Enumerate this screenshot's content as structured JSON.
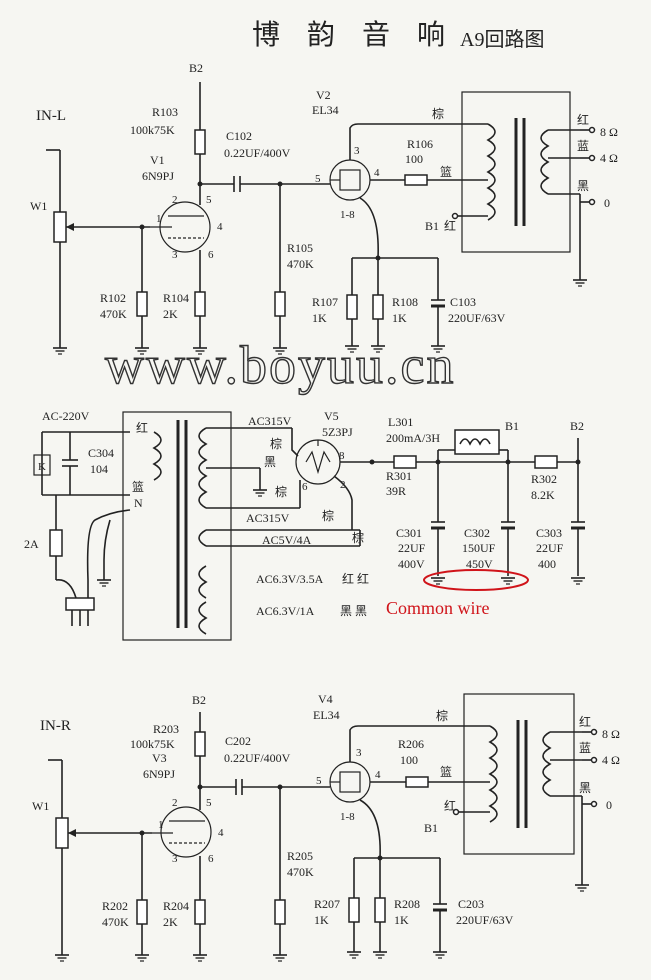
{
  "title": "博 韵 音 响",
  "subtitle": "A9回路图",
  "watermark": "www.boyuu.cn",
  "annotation": "Common wire",
  "annotation_color": "#d0141a",
  "left": {
    "input": "IN-L",
    "b2": "B2",
    "w1": "W1",
    "r103": "R103",
    "r103_val": "100k75K",
    "v1": "V1",
    "v1_type": "6N9PJ",
    "c102": "C102",
    "c102_val": "0.22UF/400V",
    "v2": "V2",
    "v2_type": "EL34",
    "r106": "R106",
    "r106_val": "100",
    "r105": "R105",
    "r105_val": "470K",
    "r102": "R102",
    "r102_val": "470K",
    "r104": "R104",
    "r104_val": "2K",
    "r107": "R107",
    "r107_val": "1K",
    "r108": "R108",
    "r108_val": "1K",
    "c103": "C103",
    "c103_val": "220UF/63V",
    "pin18": "1-8",
    "b1": "B1",
    "brown": "棕",
    "blue": "篮",
    "red": "红",
    "out_red": "红",
    "out_blue": "蓝",
    "out_black": "黑",
    "ohm8": "8 Ω",
    "ohm4": "4 Ω",
    "zero": "0",
    "p1": "1",
    "p2": "2",
    "p3": "3",
    "p4": "4",
    "p5": "5",
    "p6": "6",
    "t3": "3",
    "t4": "4",
    "t5": "5"
  },
  "power": {
    "ac220": "AC-220V",
    "c304": "C304",
    "c304_val": "104",
    "k": "K",
    "fuse": "2A",
    "n": "N",
    "red": "红",
    "blue": "篮",
    "ac315a": "AC315V",
    "ac315b": "AC315V",
    "brown1": "棕",
    "black": "黑",
    "brown2": "棕",
    "brown3": "棕",
    "brown4": "棕",
    "ac5v": "AC5V/4A",
    "ac63a": "AC6.3V/3.5A",
    "ac63a_c": "红 红",
    "ac63b": "AC6.3V/1A",
    "ac63b_c": "黑 黑",
    "v5": "V5",
    "v5_type": "5Z3PJ",
    "p8": "8",
    "p2": "2",
    "p6": "6",
    "l301": "L301",
    "l301_val": "200mA/3H",
    "b1": "B1",
    "b2": "B2",
    "r301": "R301",
    "r301_val": "39R",
    "r302": "R302",
    "r302_val": "8.2K",
    "c301": "C301",
    "c301_v1": "22UF",
    "c301_v2": "400V",
    "c302": "C302",
    "c302_v1": "150UF",
    "c302_v2": "450V",
    "c303": "C303",
    "c303_v1": "22UF",
    "c303_v2": "400"
  },
  "right": {
    "input": "IN-R",
    "b2": "B2",
    "w1": "W1",
    "r203": "R203",
    "r203_val": "100k75K",
    "v3": "V3",
    "v3_type": "6N9PJ",
    "c202": "C202",
    "c202_val": "0.22UF/400V",
    "v4": "V4",
    "v4_type": "EL34",
    "r206": "R206",
    "r206_val": "100",
    "r205": "R205",
    "r205_val": "470K",
    "r202": "R202",
    "r202_val": "470K",
    "r204": "R204",
    "r204_val": "2K",
    "r207": "R207",
    "r207_val": "1K",
    "r208": "R208",
    "r208_val": "1K",
    "c203": "C203",
    "c203_val": "220UF/63V",
    "pin18": "1-8",
    "b1": "B1",
    "brown": "棕",
    "blue": "篮",
    "red": "红",
    "out_red": "红",
    "out_blue": "蓝",
    "out_black": "黑",
    "ohm8": "8 Ω",
    "ohm4": "4 Ω",
    "zero": "0",
    "p1": "1",
    "p2": "2",
    "p3": "3",
    "p4": "4",
    "p5": "5",
    "p6": "6",
    "t3": "3",
    "t4": "4",
    "t5": "5"
  }
}
